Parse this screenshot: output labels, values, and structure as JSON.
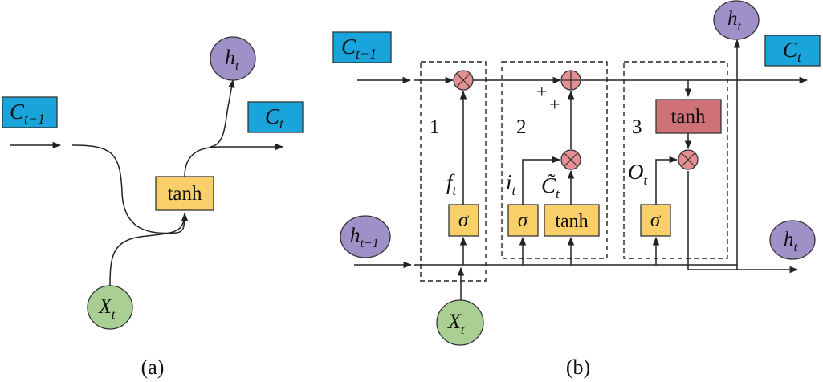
{
  "panel_a": {
    "caption": "(a)",
    "c_prev": {
      "main": "C",
      "sub": "t−1"
    },
    "c_t": {
      "main": "C",
      "sub": "t"
    },
    "h_t": {
      "main": "h",
      "sub": "t"
    },
    "x_t": {
      "main": "X",
      "sub": "t"
    },
    "tanh_label": "tanh"
  },
  "panel_b": {
    "caption": "(b)",
    "c_prev": {
      "main": "C",
      "sub": "t−1"
    },
    "c_t": {
      "main": "C",
      "sub": "t"
    },
    "h_t_top": {
      "main": "h",
      "sub": "t"
    },
    "h_t_right": {
      "main": "h",
      "sub": "t"
    },
    "h_prev": {
      "main": "h",
      "sub": "t−1"
    },
    "x_t": {
      "main": "X",
      "sub": "t"
    },
    "gate_numbers": [
      "1",
      "2",
      "3"
    ],
    "sigma_label": "σ",
    "tanh_label": "tanh",
    "f_t": {
      "main": "f",
      "sub": "t"
    },
    "i_t": {
      "main": "i",
      "sub": "t"
    },
    "c_tilde": {
      "main": "C̃",
      "sub": "t"
    },
    "o_t": {
      "main": "O",
      "sub": "t"
    },
    "plus_signs": [
      "+",
      "+"
    ]
  },
  "colors": {
    "blue_box": "#1aa4dc",
    "yellow_box": "#f9cf6a",
    "red_box": "#cf7277",
    "purple_node": "#9f90c7",
    "green_node": "#a9cf94",
    "operator": "#e48f94"
  }
}
